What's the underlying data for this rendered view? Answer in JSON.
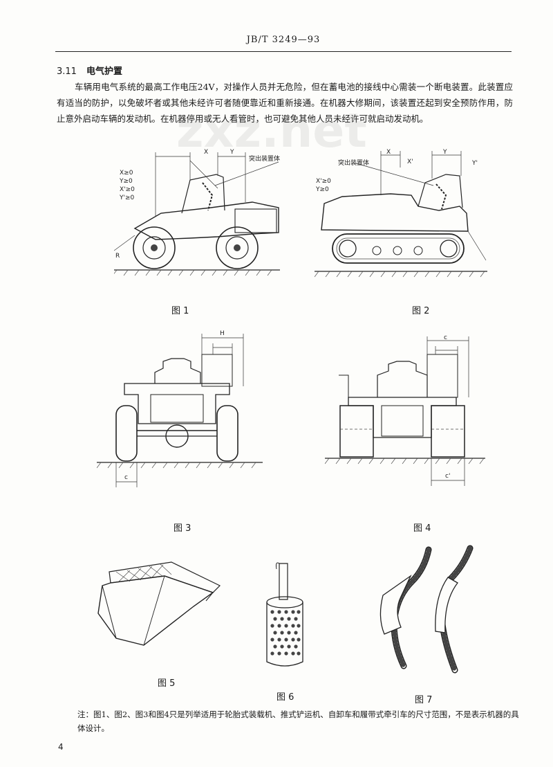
{
  "header": {
    "code": "JB/T 3249—93"
  },
  "section": {
    "number": "3.11",
    "title": "电气护置",
    "paragraph": "车辆用电气系统的最高工作电压24V，对操作人员并无危险，但在蓄电池的接线中心需装一个断电装置。此装置应有适当的防护，以免破坏者或其他未经许可者随便靠近和重新接通。在机器大修期间，该装置还起到安全预防作用，防止意外启动车辆的发动机。在机器停用或无人看管时，也可避免其他人员未经许可就启动发动机。"
  },
  "watermark": "zxz.net",
  "figures": {
    "fig1": {
      "caption": "图 1",
      "callout": "突出装置体",
      "dims": [
        "X",
        "Y"
      ],
      "conditions": [
        "X≥0",
        "Y≥0",
        "X'≥0",
        "Y'≥0"
      ],
      "point": "R"
    },
    "fig2": {
      "caption": "图 2",
      "callout": "突出装置体",
      "dims": [
        "X",
        "Y",
        "X'",
        "Y'"
      ],
      "conditions": [
        "X'≥0",
        "Y≥0"
      ]
    },
    "fig3": {
      "caption": "图 3",
      "dims": [
        "H",
        "c"
      ]
    },
    "fig4": {
      "caption": "图 4",
      "dims": [
        "c",
        "c'"
      ]
    },
    "fig5": {
      "caption": "图 5"
    },
    "fig6": {
      "caption": "图 6"
    },
    "fig7": {
      "caption": "图 7"
    }
  },
  "note": "注：图1、图2、图3和图4只是列举适用于轮胎式装载机、推式铲运机、自卸车和履带式牵引车的尺寸范围，不是表示机器的具体设计。",
  "page_number": "4"
}
